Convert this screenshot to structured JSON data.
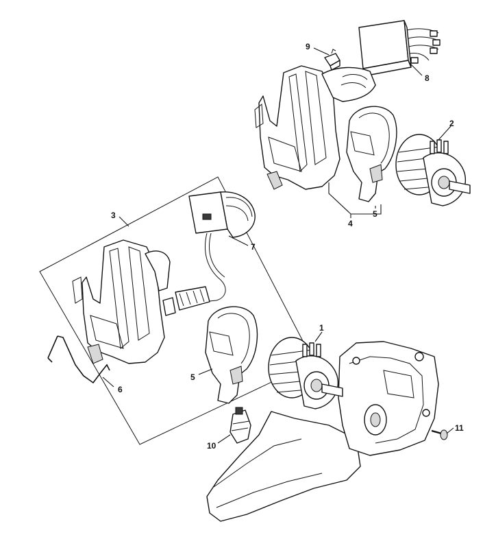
{
  "callouts": [
    {
      "id": "1",
      "label": "1"
    },
    {
      "id": "2",
      "label": "2"
    },
    {
      "id": "3",
      "label": "3"
    },
    {
      "id": "4",
      "label": "4"
    },
    {
      "id": "5a",
      "label": "5"
    },
    {
      "id": "5b",
      "label": "5"
    },
    {
      "id": "6",
      "label": "6"
    },
    {
      "id": "7",
      "label": "7"
    },
    {
      "id": "8",
      "label": "8"
    },
    {
      "id": "9",
      "label": "9"
    },
    {
      "id": "10",
      "label": "10"
    },
    {
      "id": "11",
      "label": "11"
    }
  ]
}
